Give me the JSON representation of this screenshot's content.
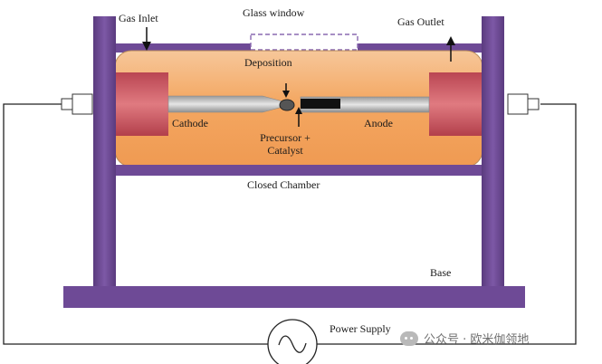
{
  "labels": {
    "gas_inlet": "Gas Inlet",
    "glass_window": "Glass window",
    "gas_outlet": "Gas Outlet",
    "deposition": "Deposition",
    "cathode": "Cathode",
    "anode": "Anode",
    "precursor_line1": "Precursor +",
    "precursor_line2": "Catalyst",
    "closed_chamber": "Closed Chamber",
    "base": "Base",
    "power_supply": "Power Supply"
  },
  "watermark": {
    "text": "公众号 · 欧米伽领地"
  },
  "colors": {
    "frame": "#6e4a96",
    "chamber_fill": "#f4a45e",
    "electrode_block": "#c8505c",
    "rod": "#b8b8b8",
    "wire": "#222222"
  },
  "icons": [
    "ac-source-icon",
    "arrow-down-icon",
    "arrow-up-icon"
  ]
}
